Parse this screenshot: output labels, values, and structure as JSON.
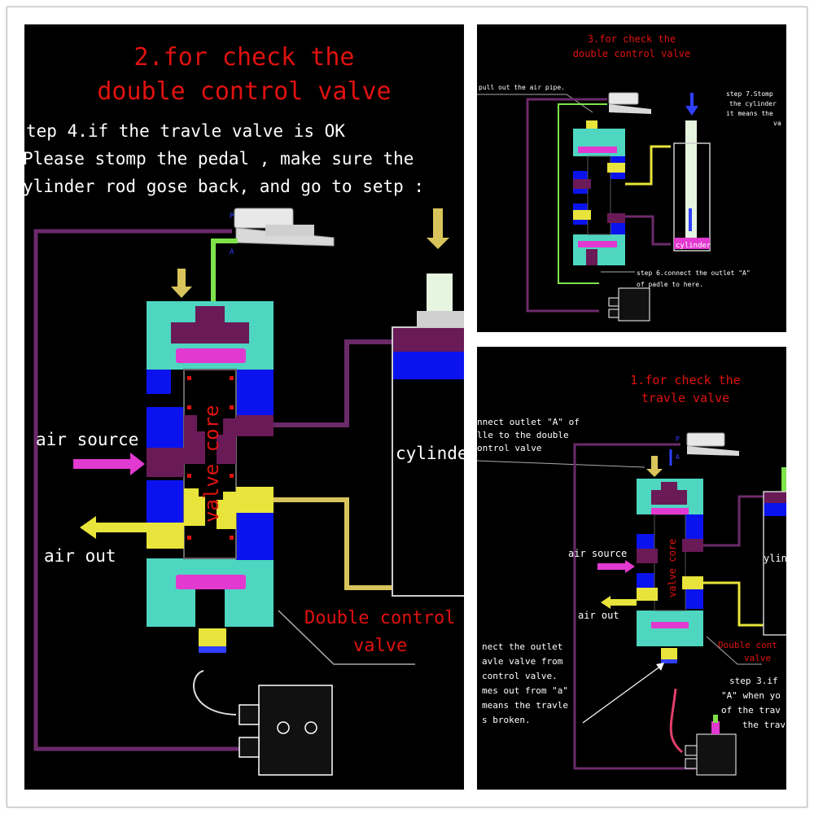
{
  "main": {
    "title_line1": "2.for check the",
    "title_line2": "double control valve",
    "step_line1": "tep 4.if the travle valve is OK",
    "step_line2": "Please stomp the pedal , make sure the",
    "step_line3": "ylinder rod gose back, and go to setp :",
    "air_source": "air source",
    "air_out": "air out",
    "valve_core": "valve core",
    "cylinder": "cylinde",
    "double_control_1": "Double control",
    "double_control_2": "valve",
    "pedal_p": "P",
    "pedal_a": "A"
  },
  "top_right": {
    "title_line1": "3.for check the",
    "title_line2": "double control valve",
    "pull_out": "pull out the air pipe.",
    "step7_1": "step 7.Stomp",
    "step7_2": "the cylinder",
    "step7_3": "it means the",
    "step7_4": "va",
    "cylinder": "cylinder",
    "step6_1": "step 6.connect the outlet \"A\"",
    "step6_2": "of padle to here."
  },
  "bottom_right": {
    "title_line1": "1.for check the",
    "title_line2": "travle valve",
    "connect_1": "nnect outlet \"A\" of",
    "connect_2": "lle to the double",
    "connect_3": "ontrol valve",
    "air_source": "air source",
    "air_out": "air out",
    "valve_core": "valve core",
    "cylinder": "ylin",
    "double_control_1": "Double cont",
    "double_control_2": "valve",
    "outlet_1": "nect the outlet",
    "outlet_2": "avle valve from",
    "outlet_3": "control valve.",
    "outlet_4": "mes out from \"a\"",
    "outlet_5": "means the travle",
    "outlet_6": "s broken.",
    "step3_1": "step 3.if",
    "step3_2": "\"A\" when yo",
    "step3_3": "of the trav",
    "step3_4": "the trav",
    "pedal_p": "P",
    "pedal_a": "A"
  },
  "colors": {
    "teal": "#4fd6c0",
    "blue": "#0a12ee",
    "purple": "#6a1a56",
    "yellow": "#e8e43c",
    "magenta": "#e23ad0",
    "red": "#e0120f",
    "green": "#7ee24a",
    "pipe_purple": "#6b2a6a",
    "khaki": "#d8c45a"
  }
}
